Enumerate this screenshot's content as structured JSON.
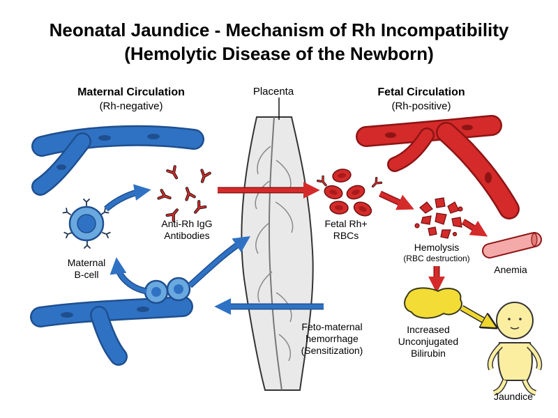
{
  "title": {
    "line1": "Neonatal Jaundice - Mechanism of Rh Incompatibility",
    "line2": "(Hemolytic Disease of the Newborn)"
  },
  "maternal": {
    "heading": "Maternal Circulation",
    "subheading": "(Rh-negative)",
    "bcell_label": [
      "Maternal",
      "B-cell"
    ]
  },
  "placenta": {
    "label": "Placenta"
  },
  "fetal": {
    "heading": "Fetal Circulation",
    "subheading": "(Rh-positive)",
    "rbc_label": [
      "Fetal Rh+",
      "RBCs"
    ]
  },
  "antibodies": {
    "label": [
      "Anti-Rh IgG",
      "Antibodies"
    ]
  },
  "hemolysis": {
    "label": "Hemolysis",
    "sublabel": "(RBC destruction)"
  },
  "anemia": {
    "label": "Anemia"
  },
  "bilirubin": {
    "label": [
      "Increased",
      "Unconjugated",
      "Bilirubin"
    ]
  },
  "jaundice": {
    "label": "Jaundice"
  },
  "hemorrhage": {
    "label": [
      "Feto-maternal",
      "hemorrhage",
      "(Sensitization)"
    ]
  },
  "colors": {
    "maternal_blue": "#2f72c4",
    "maternal_blue_dark": "#1f4f8f",
    "fetal_red": "#d42a2a",
    "fetal_red_dark": "#8e1414",
    "bilirubin_yellow": "#f3dc36",
    "infant_yellow": "#fbeea0",
    "placenta_gray": "#e9e9e9"
  }
}
